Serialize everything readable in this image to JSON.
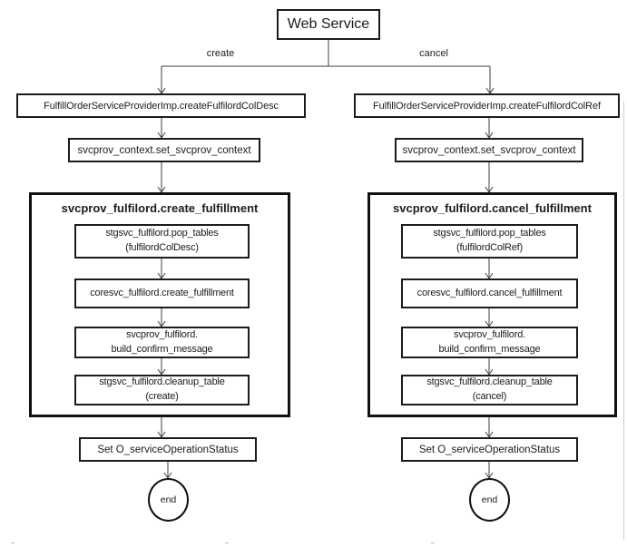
{
  "root_label": "Web Service",
  "branches": [
    {
      "label": "create",
      "entry": "FulfillOrderServiceProviderImp.createFulfilordColDesc",
      "context": "svcprov_context.set_svcprov_context",
      "group_title": "svcprov_fulfilord.create_fulfillment",
      "steps": [
        {
          "l1": "stgsvc_fulfilord.pop_tables",
          "l2": "(fulfilordColDesc)"
        },
        {
          "l1": "coresvc_fulfilord.create_fulfillment",
          "l2": ""
        },
        {
          "l1": "svcprov_fulfilord.",
          "l2": "build_confirm_message"
        },
        {
          "l1": "stgsvc_fulfilord.cleanup_table",
          "l2": "(create)"
        }
      ],
      "status": "Set O_serviceOperationStatus",
      "end": "end"
    },
    {
      "label": "cancel",
      "entry": "FulfillOrderServiceProviderImp.createFulfilordColRef",
      "context": "svcprov_context.set_svcprov_context",
      "group_title": "svcprov_fulfilord.cancel_fulfillment",
      "steps": [
        {
          "l1": "stgsvc_fulfilord.pop_tables",
          "l2": "(fulfilordColRef)"
        },
        {
          "l1": "coresvc_fulfilord.cancel_fulfillment",
          "l2": ""
        },
        {
          "l1": "svcprov_fulfilord.",
          "l2": "build_confirm_message"
        },
        {
          "l1": "stgsvc_fulfilord.cleanup_table",
          "l2": "(cancel)"
        }
      ],
      "status": "Set O_serviceOperationStatus",
      "end": "end"
    }
  ],
  "colors": {
    "line": "#3f3f3f",
    "border": "#1c1c1c",
    "background": "#ffffff",
    "faint": "#cfcfcf"
  }
}
